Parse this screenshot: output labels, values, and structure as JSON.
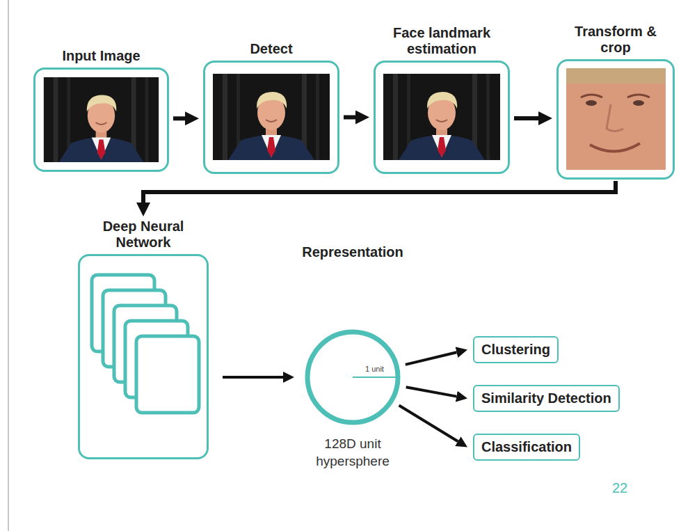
{
  "diagram": {
    "nodes": [
      {
        "text": [
          "Input Image"
        ]
      },
      {
        "text": [
          "Detect"
        ]
      },
      {
        "text": [
          "Face landmark estimation"
        ]
      },
      {
        "text": [
          "Transform & crop"
        ]
      },
      {
        "text": [
          "Deep Neural Network"
        ]
      },
      {
        "text": [
          "Representation",
          "1 unit",
          "128D unit hypersphere"
        ]
      },
      {
        "text": [
          "Clustering"
        ]
      },
      {
        "text": [
          "Similarity Detection"
        ]
      },
      {
        "text": [
          "Classification"
        ]
      }
    ],
    "edges": [
      {
        "from": 0,
        "to": 1,
        "arrow": "to"
      },
      {
        "from": 1,
        "to": 2,
        "arrow": "to"
      },
      {
        "from": 2,
        "to": 3,
        "arrow": "to"
      },
      {
        "from": 3,
        "to": 4,
        "arrow": "to"
      },
      {
        "from": 4,
        "to": 5,
        "arrow": "to"
      },
      {
        "from": 5,
        "to": 6,
        "arrow": "to"
      },
      {
        "from": 5,
        "to": 7,
        "arrow": "to"
      },
      {
        "from": 5,
        "to": 8,
        "arrow": "to"
      }
    ],
    "labels": [
      "22"
    ]
  }
}
